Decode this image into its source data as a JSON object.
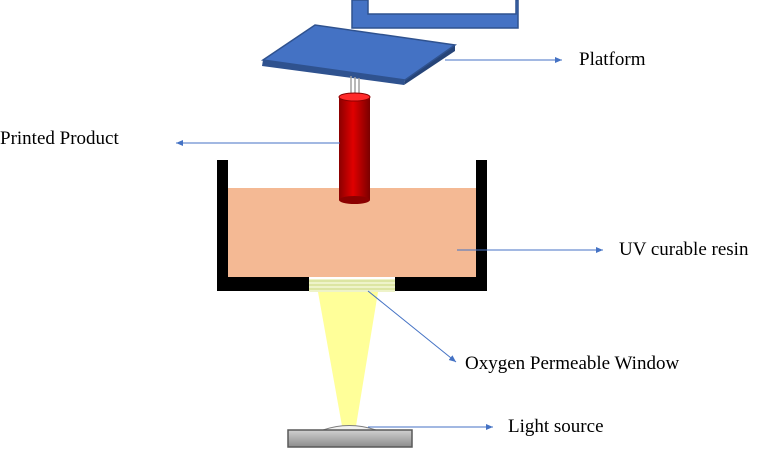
{
  "labels": {
    "platform": "Platform",
    "printed_product": "Printed Product",
    "resin": "UV curable resin",
    "window": "Oxygen Permeable Window",
    "light_source": "Light source"
  },
  "colors": {
    "platform": "#4472c4",
    "platform_edge": "#2f528f",
    "product": "#c00000",
    "resin": "#f4b994",
    "vat": "#000000",
    "light_beam": "#ffff99",
    "window": "#e8f0c0",
    "light_base": "#a6a6a6",
    "arrow": "#4472c4"
  }
}
